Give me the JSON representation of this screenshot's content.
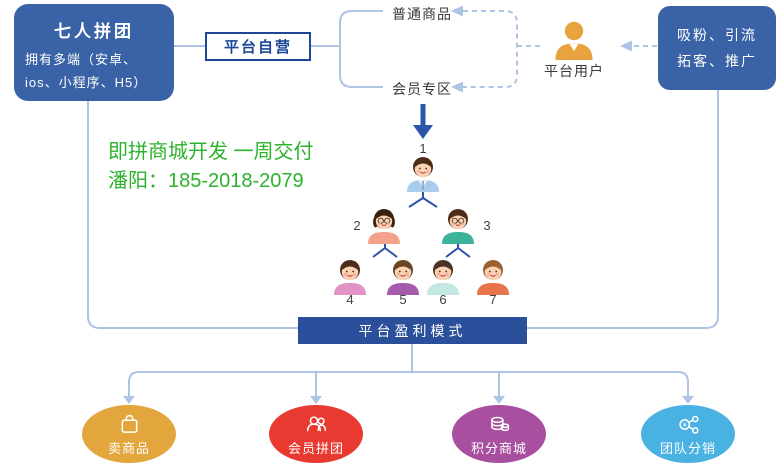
{
  "palette": {
    "box_blue": "#3a62a6",
    "deep_blue": "#1d4796",
    "bar_blue": "#2c4f9c",
    "line_light": "#aec4e5",
    "line_dark": "#2b55a8",
    "green": "#2db22d",
    "label_dark": "#3a3a3a",
    "user_orange": "#e6a33e"
  },
  "top_left_box": {
    "title": "七人拼团",
    "sub_line1": "拥有多端（安卓、",
    "sub_line2": "ios、小程序、H5）"
  },
  "platform_self_box": {
    "label": "平台自营"
  },
  "product_labels": {
    "normal": "普通商品",
    "member": "会员专区"
  },
  "platform_user": {
    "label": "平台用户"
  },
  "top_right_box": {
    "line1": "吸粉、引流",
    "line2": "拓客、推广"
  },
  "promo": {
    "line1": "即拼商城开发 一周交付",
    "line2": "潘阳：185-2018-2079"
  },
  "tree": {
    "persons": [
      {
        "num": "1",
        "shirt": "#a9cdec",
        "hair": "#4e2c1a"
      },
      {
        "num": "2",
        "shirt": "#f2a288",
        "hair": "#38220f"
      },
      {
        "num": "3",
        "shirt": "#3eb39b",
        "hair": "#4e2c1a"
      },
      {
        "num": "4",
        "shirt": "#e093c4",
        "hair": "#4e2c1a"
      },
      {
        "num": "5",
        "shirt": "#a75bad",
        "hair": "#6b4423"
      },
      {
        "num": "6",
        "shirt": "#c3e7e2",
        "hair": "#4a3426"
      },
      {
        "num": "7",
        "shirt": "#e7744b",
        "hair": "#9a6232"
      }
    ]
  },
  "profit_bar": {
    "label": "平台盈利模式"
  },
  "profit_items": [
    {
      "label": "卖商品",
      "color": "#e2a63d",
      "icon": "shopping-bag"
    },
    {
      "label": "会员拼团",
      "color": "#e93a32",
      "icon": "member-group"
    },
    {
      "label": "积分商城",
      "color": "#a84fa0",
      "icon": "coins"
    },
    {
      "label": "团队分销",
      "color": "#4ab2e2",
      "icon": "share-network"
    }
  ]
}
